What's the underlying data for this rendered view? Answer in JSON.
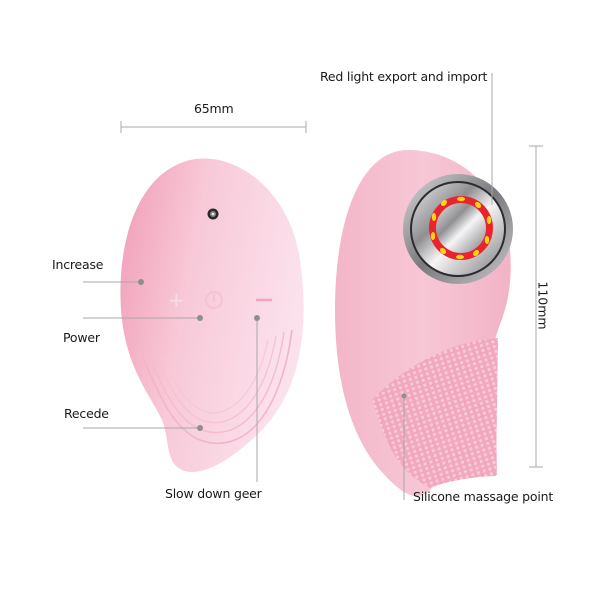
{
  "dimensions": {
    "width_label": "65mm",
    "height_label": "110mm"
  },
  "callouts": {
    "red_light": "Red light export and import",
    "increase": "Increase",
    "power": "Power",
    "recede": "Recede",
    "slow_down": "Slow down geer",
    "silicone": "Silicone massage point"
  },
  "colors": {
    "device_pink": "#f7c3d3",
    "device_pink_dark": "#ef9fb6",
    "led_red": "#e8242c",
    "led_yellow": "#ffd21a",
    "metal": "#b9b9bb",
    "callout_line": "#a8a8a8"
  },
  "icons": {
    "plus": "+",
    "power": "⏻",
    "minus": "—"
  }
}
